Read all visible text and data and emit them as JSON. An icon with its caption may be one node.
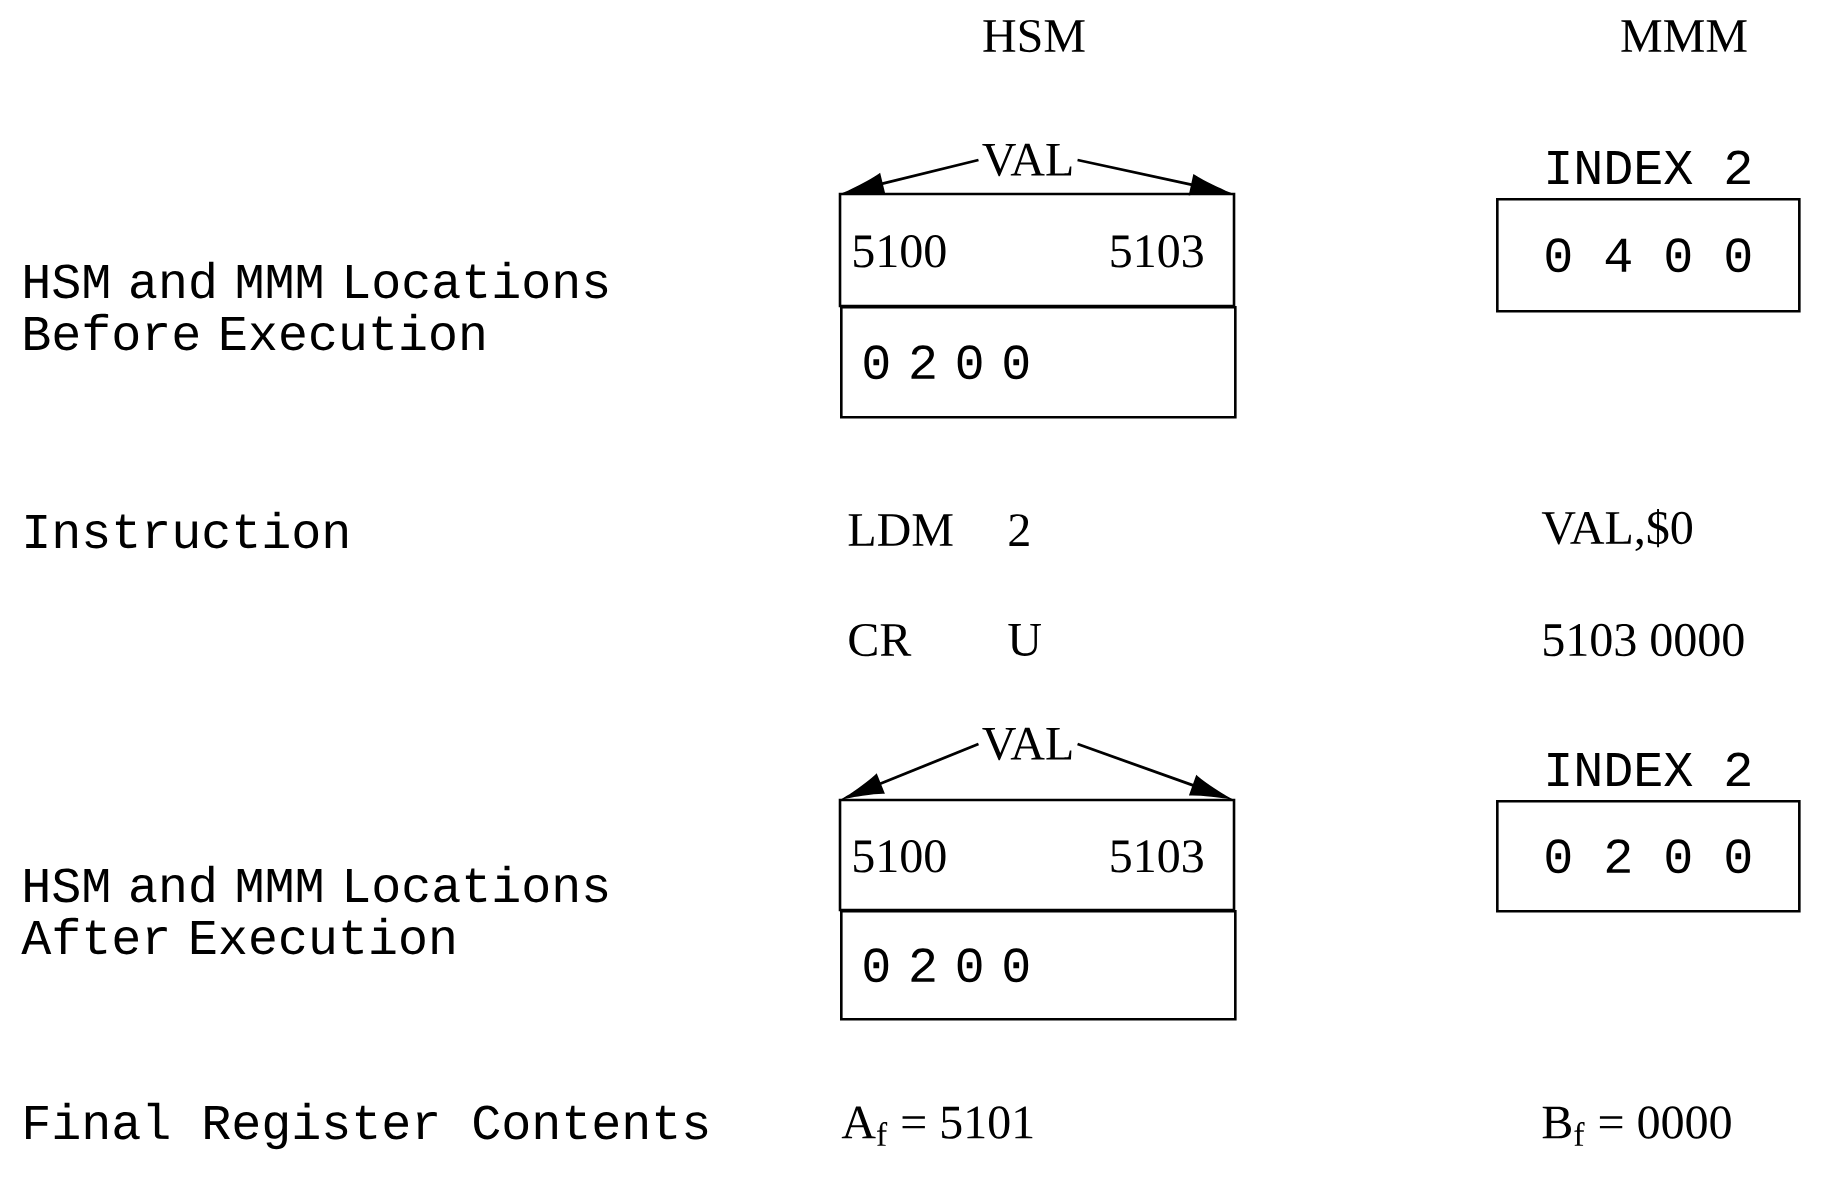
{
  "diagram": {
    "nodes": [
      {
        "text": [
          "VAL"
        ]
      },
      {
        "text": [],
        "shape": "box"
      },
      {
        "text": [
          "5100"
        ],
        "in": 1
      },
      {
        "text": [
          "5103"
        ],
        "in": 1
      },
      {
        "text": [
          "0 2 0 0"
        ]
      },
      {
        "text": [
          "INDEX 2",
          "0 4 0 0"
        ]
      },
      {
        "text": [
          "VAL"
        ]
      },
      {
        "text": [],
        "shape": "box"
      },
      {
        "text": [
          "5100"
        ],
        "in": 7
      },
      {
        "text": [
          "5103"
        ],
        "in": 7
      },
      {
        "text": [
          "0 2 0 0"
        ]
      },
      {
        "text": [
          "INDEX 2",
          "0 2 0 0"
        ]
      }
    ],
    "edges": [
      {
        "from": 0,
        "to": 2,
        "arrow": "to"
      },
      {
        "from": 0,
        "to": 3,
        "arrow": "to"
      },
      {
        "from": 6,
        "to": 8,
        "arrow": "to"
      },
      {
        "from": 6,
        "to": 9,
        "arrow": "to"
      }
    ],
    "labels": [
      "HSM",
      "MMM",
      "HSM and MMM Locations Before Execution",
      "Instruction",
      "LDM",
      "2",
      "VAL,$0",
      "CR",
      "U",
      "5103 0000",
      "HSM and MMM Locations After Execution",
      "Final Register Contents",
      "A$_{f}$ = 5101",
      "B$_{f}$ = 0000"
    ]
  }
}
